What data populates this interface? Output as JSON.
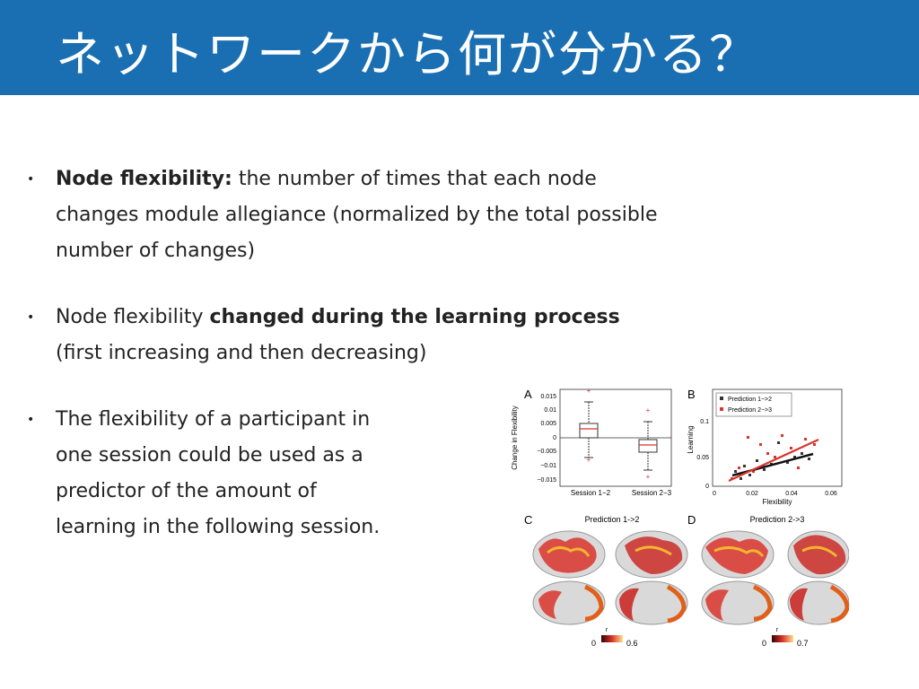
{
  "title": "ネットワークから何が分かる？",
  "bullets": [
    {
      "lines": [
        {
          "bold": "Node flexibility:",
          "text": " the number of times that each node"
        },
        {
          "bold": "",
          "text": "changes module allegiance (normalized by the total possible"
        },
        {
          "bold": "",
          "text": "number of changes)"
        }
      ]
    },
    {
      "lines": [
        {
          "text": "Node flexibility ",
          "bold": "changed during the learning process"
        },
        {
          "text": "(first increasing and then decreasing)",
          "bold": ""
        }
      ]
    },
    {
      "lines": [
        {
          "text": "The flexibility of a participant in"
        },
        {
          "text": "one session could be used as a"
        },
        {
          "text": "predictor of the amount of"
        },
        {
          "text": "learning in the following session."
        }
      ]
    }
  ],
  "figure": {
    "panel_labels": [
      "A",
      "B",
      "C",
      "D"
    ],
    "panelA": {
      "ylabel": "Change in Flexibility",
      "yticks": [
        "0.015",
        "0.01",
        "0.005",
        "0",
        "−0.005",
        "−0.01",
        "−0.015"
      ],
      "categories": [
        "Session 1−2",
        "Session 2−3"
      ]
    },
    "panelB": {
      "ylabel": "Learning",
      "xlabel": "Flexibility",
      "xticks": [
        "0",
        "0.02",
        "0.04",
        "0.06"
      ],
      "yticks": [
        "0.1",
        "0.05",
        "0"
      ],
      "legend": [
        "Prediction 1−>2",
        "Prediction 2−>3"
      ]
    },
    "panelC": {
      "title": "Prediction 1->2",
      "colorbar_min": "0",
      "colorbar_max": "0.6",
      "colorbar_label": "r"
    },
    "panelD": {
      "title": "Prediction 2->3",
      "colorbar_min": "0",
      "colorbar_max": "0.7",
      "colorbar_label": "r"
    }
  },
  "colors": {
    "title_bar": "#1a6fb3",
    "accent_red": "#d9342b",
    "scatter_dark": "#333333"
  }
}
